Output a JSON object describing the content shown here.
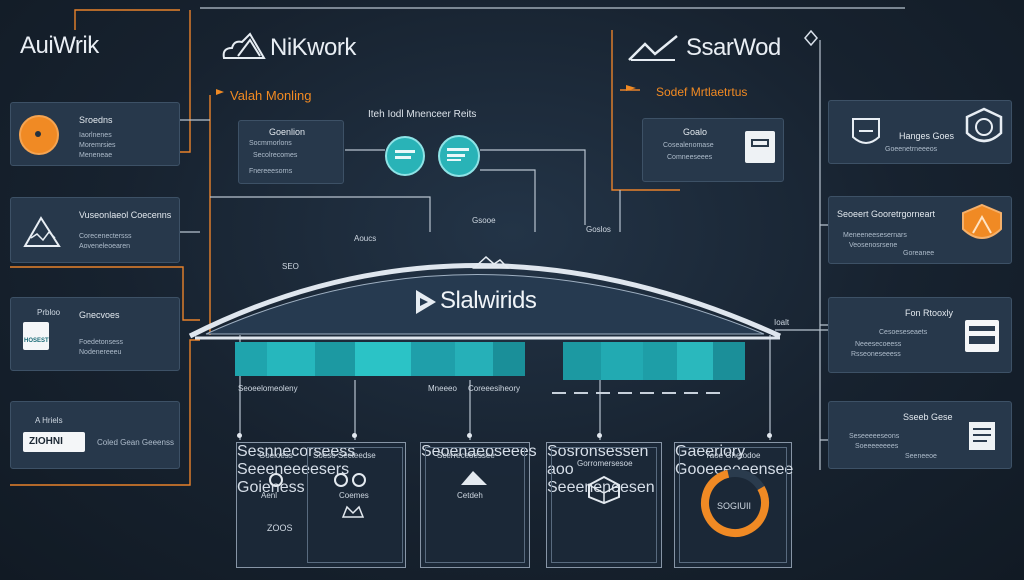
{
  "logos": {
    "left": "AuiWrik",
    "center": "NiKwork",
    "right": "SsarWod"
  },
  "section_titles": {
    "top_left": "Valah Monling",
    "top_center": "Iteh Iodl Mnenceer Reits",
    "top_right": "Sodef Mrtlaetrtus"
  },
  "left_panels": [
    {
      "title": "Sroedns",
      "lines": [
        "Iaorlnenes",
        "Moremrsies",
        "Meneneae"
      ]
    },
    {
      "title": "Vuseonlaeol Coecenns",
      "lines": [
        "Corecenectersss",
        "Aoveneleoearen"
      ]
    },
    {
      "title": "Gnecvoes",
      "lines": [
        "Foedetonsess",
        "Nodenereeeu"
      ],
      "caption": "Prbloo",
      "badge": "HOSEST"
    },
    {
      "title": "Coled Gean Geeenss",
      "caption": "A Hriels",
      "badge": "ZIOHNI"
    }
  ],
  "center_top_panel": {
    "title": "Goenlion",
    "lines": [
      "Socmmorlons",
      "Secolrecomes",
      "Fnereeesorns"
    ]
  },
  "right_top_panel": {
    "title": "Goalo",
    "lines": [
      "Cosealenomase",
      "Comneeseees"
    ]
  },
  "right_panels": [
    {
      "title": "Hanges Goes",
      "lines": [
        "Goeenetrneeeos"
      ]
    },
    {
      "title": "Seoeert Gooretrgorneart",
      "lines": [
        "Meneeneesesernars",
        "Veosenosrsene",
        "Goreanee"
      ]
    },
    {
      "title": "Fon Rtooxly",
      "lines": [
        "Cesoeseseaets",
        "Neeesecoeess",
        "Rsseoneseeess"
      ]
    },
    {
      "title": "Sseeb Gese",
      "lines": [
        "Seseeeeeseons",
        "Soeeeeeeees",
        "Seeneeoe"
      ]
    }
  ],
  "arch": {
    "title": "Slalwirids",
    "top_label": "Aoucs",
    "left_label": "SEO",
    "right_label": "Ioalt",
    "ctr_label": "Gsooe",
    "ctr_label2": "Goslos",
    "under_left": "Seoeelomeoleny",
    "under_center": "Mneeeo",
    "under_center2": "Coreeesiheory"
  },
  "bottom_cards": [
    {
      "title": "Goeioess",
      "title2": "Soeso Secteedse",
      "l1": "Aenl",
      "l2": "Coemes",
      "l3": "ZOOS",
      "l4": "Sesnnecorseess",
      "l5": "Seeeneeeesers",
      "l6": "Goieness"
    },
    {
      "title": "Scerreceoessee",
      "l1": "Cetdeh",
      "l2": "Seoenaeoseees"
    },
    {
      "title": "Gorromersesoe",
      "l1": "Sosronsessen aoo",
      "l2": "Seeeneneesen"
    },
    {
      "title": "Yaoe Ghetodoe",
      "center_text": "SOGIUII",
      "center_top": "Gaeeriory",
      "l1": "Gooeeeeeensee"
    }
  ],
  "colors": {
    "background": "#17222f",
    "panel": "#27384b",
    "accent_orange": "#f08a24",
    "accent_teal": "#23b6b9",
    "line": "#d8dee6"
  }
}
